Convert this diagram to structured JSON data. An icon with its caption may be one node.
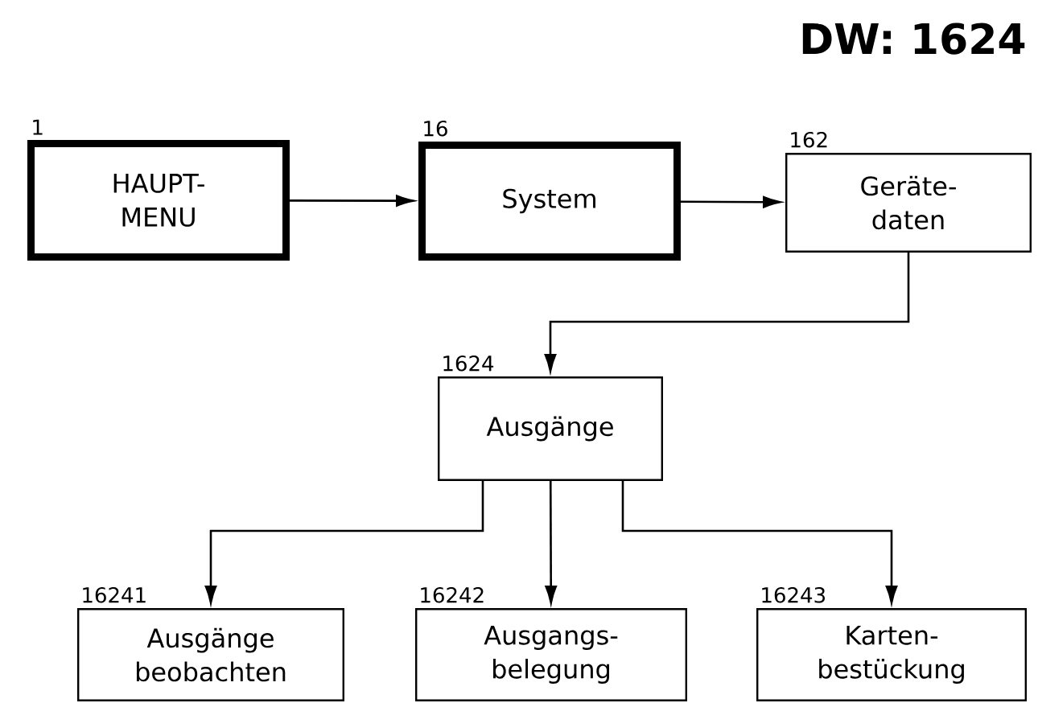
{
  "diagram": {
    "title": "DW: 1624",
    "nodes": [
      {
        "text": [
          "HAUPT- MENU"
        ],
        "beside": [
          "1"
        ]
      },
      {
        "text": [
          "System"
        ],
        "beside": [
          "16"
        ]
      },
      {
        "text": [
          "Geräte- daten"
        ],
        "beside": [
          "162"
        ]
      },
      {
        "text": [
          "Ausgänge"
        ],
        "beside": [
          "1624"
        ]
      },
      {
        "text": [
          "Ausgänge beobachten"
        ],
        "beside": [
          "16241"
        ]
      },
      {
        "text": [
          "Ausgangs- belegung"
        ],
        "beside": [
          "16242"
        ]
      },
      {
        "text": [
          "Karten- bestückung"
        ],
        "beside": [
          "16243"
        ]
      }
    ],
    "edges": [
      {
        "from": 0,
        "to": 1,
        "arrow": "to"
      },
      {
        "from": 1,
        "to": 2,
        "arrow": "to"
      },
      {
        "from": 2,
        "to": 3,
        "arrow": "to"
      },
      {
        "from": 3,
        "to": 4,
        "arrow": "to"
      },
      {
        "from": 3,
        "to": 5,
        "arrow": "to"
      },
      {
        "from": 3,
        "to": 6,
        "arrow": "to"
      }
    ]
  }
}
